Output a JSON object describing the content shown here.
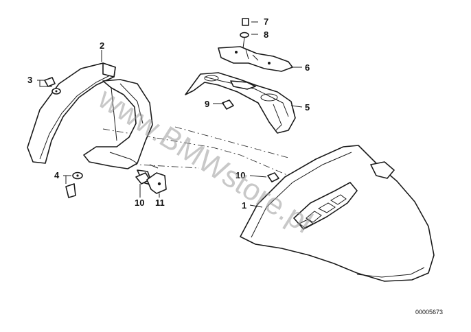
{
  "callouts": [
    {
      "id": "c1",
      "text": "1"
    },
    {
      "id": "c2",
      "text": "2"
    },
    {
      "id": "c3",
      "text": "3"
    },
    {
      "id": "c4",
      "text": "4"
    },
    {
      "id": "c5",
      "text": "5"
    },
    {
      "id": "c6",
      "text": "6"
    },
    {
      "id": "c7",
      "text": "7"
    },
    {
      "id": "c8",
      "text": "8"
    },
    {
      "id": "c9",
      "text": "9"
    },
    {
      "id": "c10a",
      "text": "10"
    },
    {
      "id": "c10b",
      "text": "10"
    },
    {
      "id": "c11",
      "text": "11"
    }
  ],
  "watermark": "www.BMWstore.pl",
  "reference_number": "00005673"
}
